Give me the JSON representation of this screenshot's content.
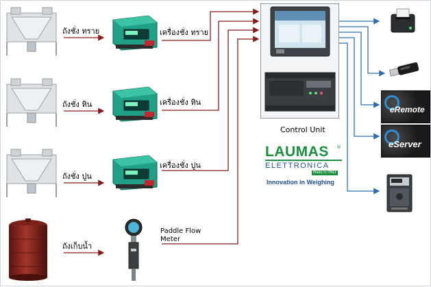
{
  "labels": {
    "silo_sand": "ถังชั่ง ทราย",
    "silo_stone": "ถังชั่ง หิน",
    "silo_cement": "ถังชั่ง ปูน",
    "water_tank": "ถังเก็บน้ำ",
    "scale_sand": "เครื่องชั่ง ทราย",
    "scale_stone": "เครื่องชั่ง หิน",
    "scale_cement": "เครื่องชั่ง ปูน",
    "flow_meter_line1": "Paddle Flow",
    "flow_meter_line2": "Meter",
    "control_unit": "Control Unit"
  },
  "logo": {
    "brand_top": "LAUMAS",
    "brand_bottom": "ELETTRONICA",
    "made_in": "Made in ITALY",
    "tagline": "Innovation in Weighing"
  },
  "software": {
    "eremote": "eRemote",
    "eserver": "eServer"
  },
  "colors": {
    "input_arrow": "#8b1a1a",
    "output_arrow": "#2f6fb0",
    "logo_green": "#1a8f3c",
    "logo_blue": "#1d4f9c"
  }
}
